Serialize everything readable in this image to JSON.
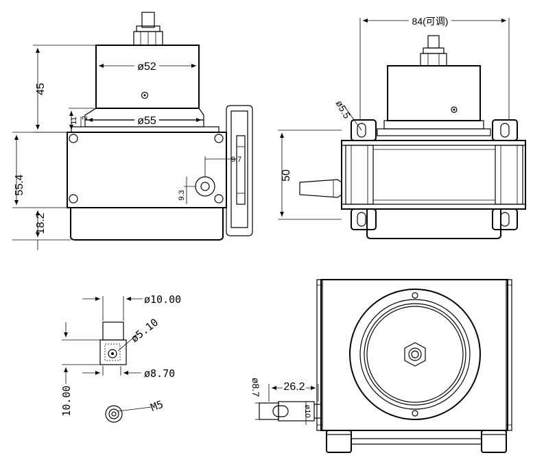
{
  "front_view": {
    "dim_height_top": "45",
    "dim_dia_top": "ø52",
    "dim_dia_base": "ø55",
    "dim_step_1": "11",
    "dim_step_2": "2",
    "dim_height_body": "55.4",
    "dim_height_bottom": "18.2",
    "dim_hole_x": "9.7",
    "dim_hole_y": "9.3"
  },
  "side_view": {
    "dim_width": "84(可调)",
    "dim_slot": "ø5.5",
    "dim_height": "50"
  },
  "connector_detail": {
    "dim_outer": "ø10.00",
    "dim_inner": "ø5.10",
    "dim_bottom": "ø8.70",
    "dim_length": "10.00",
    "thread_label": "M5"
  },
  "top_view": {
    "dim_offset": "26.2",
    "dim_dia_a": "ø8.7",
    "dim_dia_b": "ø10"
  }
}
